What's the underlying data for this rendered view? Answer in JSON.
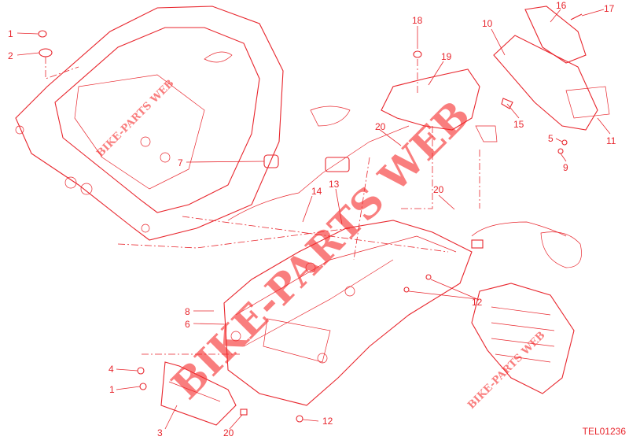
{
  "diagram": {
    "drawing_code": "TEL01236",
    "watermark": "BIKE-PARTS WEB",
    "accent_color": "#e8262d",
    "callouts": [
      "1",
      "2",
      "7",
      "18",
      "19",
      "10",
      "16",
      "17",
      "15",
      "11",
      "5",
      "9",
      "13",
      "14",
      "20",
      "20",
      "12",
      "8",
      "6",
      "4",
      "1",
      "3",
      "20",
      "12",
      "12"
    ],
    "parts": {
      "p1": "1",
      "p2": "2",
      "p3": "3",
      "p4": "4",
      "p5": "5",
      "p6": "6",
      "p7": "7",
      "p8": "8",
      "p9": "9",
      "p10": "10",
      "p11": "11",
      "p12": "12",
      "p13": "13",
      "p14": "14",
      "p15": "15",
      "p16": "16",
      "p17": "17",
      "p18": "18",
      "p19": "19",
      "p20": "20"
    }
  }
}
